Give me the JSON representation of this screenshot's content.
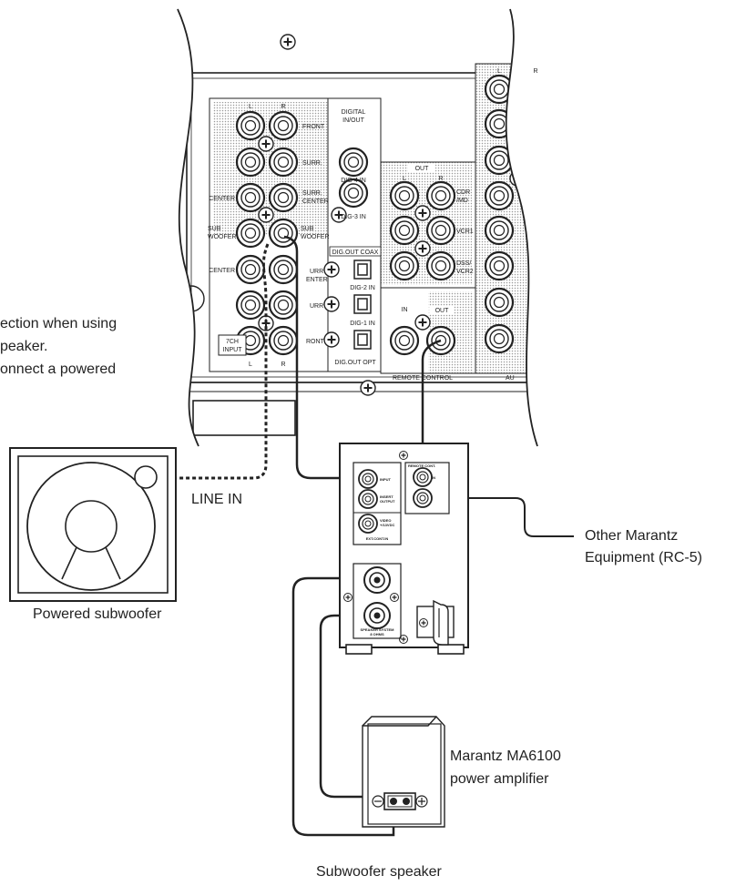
{
  "note": {
    "line1": "ection when using",
    "line2": "peaker.",
    "line3": "onnect a powered"
  },
  "labels": {
    "line_in": "LINE IN",
    "powered_subwoofer": "Powered subwoofer",
    "other_line1": "Other Marantz",
    "other_line2": "Equipment (RC-5)",
    "amp_line1": "Marantz MA6100",
    "amp_line2": "power amplifier",
    "subwoofer_speaker": "Subwoofer speaker"
  },
  "receiver": {
    "L": "L",
    "R": "R",
    "front": "FRONT",
    "surr": "SURR.",
    "surr_center_1": "SURR.",
    "surr_center_2": "CENTER",
    "center": "CENTER",
    "sub_1": "SUB",
    "woofer": "WOOFER",
    "center_in": "CENTER",
    "ch7_1": "7CH",
    "ch7_2": "INPUT",
    "bottom_L": "L",
    "bottom_R": "R",
    "digital_1": "DIGITAL",
    "digital_2": "IN/OUT",
    "dig4": "DIG-4  IN",
    "dig3": "DIG-3  IN",
    "dig_out_coax": "DIG.OUT COAX",
    "urr": "URR",
    "enter": "ENTER",
    "dig2": "DIG-2  IN",
    "urr2": "URR",
    "dig1": "DIG-1  IN",
    "ront": "RONT",
    "dig_out_opt": "DIG.OUT OPT",
    "out": "OUT",
    "L2": "L",
    "R2": "R",
    "cdr": "CDR",
    "md": "/MD",
    "vcr1": "VCR1",
    "dss": "DSS/",
    "vcr2": "VCR2",
    "rc_in": "IN",
    "rc_out": "OUT",
    "remote_control": "REMOTE CONTROL",
    "right_L": "L",
    "right_R": "R",
    "au": "AU"
  },
  "amp": {
    "remote_cont": "REMOTE CONT.",
    "in": "IN",
    "input": "INPUT",
    "insert_1": "INSERT",
    "insert_2": "OUTPUT",
    "video_1": "VIDEO",
    "video_2": "+/13VDC",
    "ext_cont": "EXT.CONT.IN",
    "speaker_1": "SPEAKER SYSTEM",
    "speaker_2": "8 OHMS"
  }
}
